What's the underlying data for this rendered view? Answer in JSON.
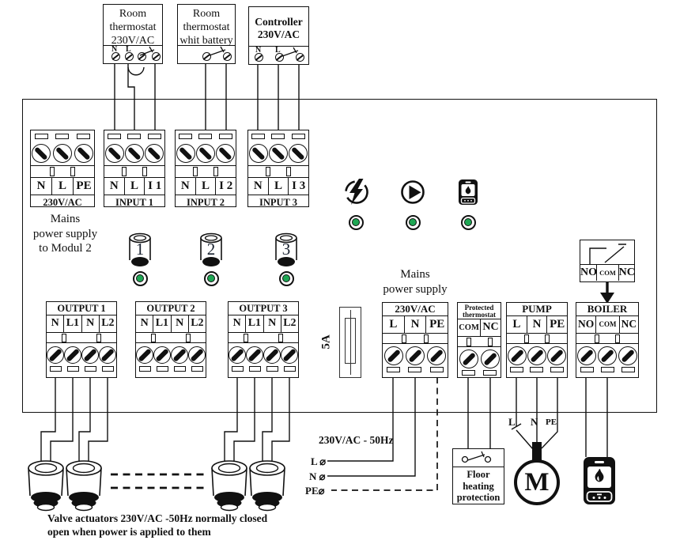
{
  "devices": {
    "thermo1": {
      "line1": "Room",
      "line2": "thermostat",
      "line3": "230V/AC",
      "t_n": "N",
      "t_l": "L"
    },
    "thermo2": {
      "line1": "Room",
      "line2": "thermostat",
      "line3": "whit battery"
    },
    "controller": {
      "line1": "Controller",
      "line2": "230V/AC",
      "t_n": "N",
      "t_l": "L"
    }
  },
  "top_blocks": {
    "mains": {
      "t1": "N",
      "t2": "L",
      "t3": "PE",
      "label": "230V/AC"
    },
    "input1": {
      "t1": "N",
      "t2": "L",
      "t3": "I 1",
      "label": "INPUT 1"
    },
    "input2": {
      "t1": "N",
      "t2": "L",
      "t3": "I 2",
      "label": "INPUT 2"
    },
    "input3": {
      "t1": "N",
      "t2": "L",
      "t3": "I 3",
      "label": "INPUT 3"
    }
  },
  "bottom_blocks": {
    "output1": {
      "label": "OUTPUT 1",
      "t1": "N",
      "t2": "L1",
      "t3": "N",
      "t4": "L2"
    },
    "output2": {
      "label": "OUTPUT 2",
      "t1": "N",
      "t2": "L1",
      "t3": "N",
      "t4": "L2"
    },
    "output3": {
      "label": "OUTPUT 3",
      "t1": "N",
      "t2": "L1",
      "t3": "N",
      "t4": "L2"
    },
    "mains": {
      "label": "230V/AC",
      "t1": "L",
      "t2": "N",
      "t3": "PE"
    },
    "protected": {
      "label1": "Protected",
      "label2": "thermostat",
      "t1": "COM",
      "t2": "NC"
    },
    "pump": {
      "label": "PUMP",
      "t1": "L",
      "t2": "N",
      "t3": "PE"
    },
    "boiler": {
      "label": "BOILER",
      "t1": "NO",
      "t2": "COM",
      "t3": "NC"
    }
  },
  "relay": {
    "t1": "NO",
    "t2": "COM",
    "t3": "NC"
  },
  "knobs": {
    "k1": "1",
    "k2": "2",
    "k3": "3"
  },
  "fuse": {
    "label": "5A"
  },
  "captions": {
    "mains_left1": "Mains",
    "mains_left2": "power supply",
    "mains_left3": "to Modul 2",
    "mains_mid1": "Mains",
    "mains_mid2": "power supply",
    "supply": "230V/AC -  50Hz",
    "wire_l": "L ⌀",
    "wire_n": "N ⌀",
    "wire_pe": "PE⌀",
    "valve1": "Valve actuators 230V/AC -50Hz normally closed",
    "valve2": "open when power is applied to them"
  },
  "floor_box": {
    "line1": "Floor",
    "line2": "heating",
    "line3": "protection"
  },
  "pump_area": {
    "l": "L",
    "n": "N",
    "pe": "PE",
    "motor": "M"
  },
  "colors": {
    "led_green": "#1ea653",
    "line": "#111111"
  }
}
